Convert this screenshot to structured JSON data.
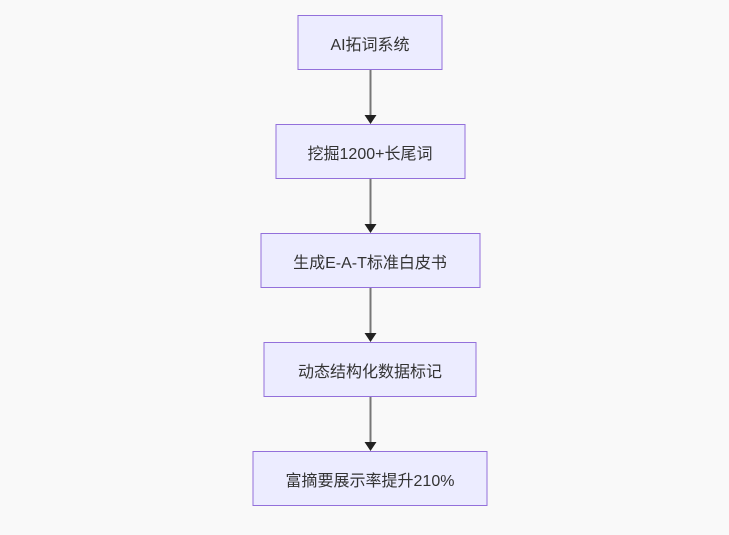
{
  "diagram": {
    "type": "flowchart",
    "direction": "top-down",
    "nodes": [
      {
        "id": "1",
        "label": "AI拓词系统"
      },
      {
        "id": "2",
        "label": "挖掘1200+长尾词"
      },
      {
        "id": "3",
        "label": "生成E-A-T标准白皮书"
      },
      {
        "id": "4",
        "label": "动态结构化数据标记"
      },
      {
        "id": "5",
        "label": "富摘要展示率提升210%"
      }
    ],
    "edges": [
      {
        "from": "1",
        "to": "2"
      },
      {
        "from": "2",
        "to": "3"
      },
      {
        "from": "3",
        "to": "4"
      },
      {
        "from": "4",
        "to": "5"
      }
    ],
    "colors": {
      "background": "#f9f9f9",
      "node_fill": "#ececff",
      "node_border": "#9370db",
      "node_text": "#333333",
      "edge_line": "#777777",
      "edge_arrowhead": "#222222"
    }
  }
}
